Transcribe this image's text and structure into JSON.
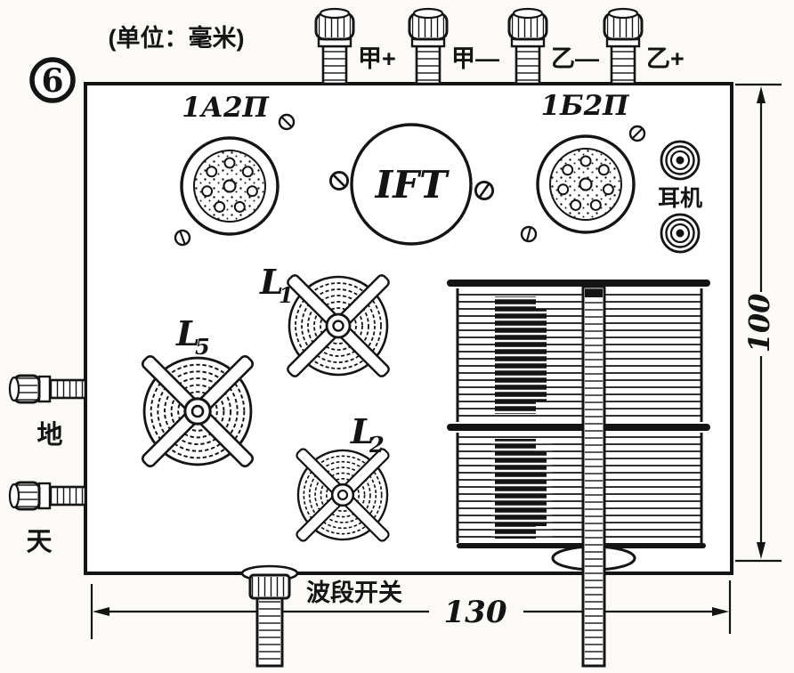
{
  "figure": {
    "badge": "6",
    "unit_note": "(单位：毫米)"
  },
  "terminals": {
    "top": [
      "甲+",
      "甲—",
      "乙—",
      "乙+"
    ],
    "ground": "地",
    "antenna": "天"
  },
  "components": {
    "tube_left": "1А2П",
    "tube_right": "1Б2П",
    "ift": "IFT",
    "earphone": "耳机",
    "coil1": {
      "base": "L",
      "sub": "1"
    },
    "coil5": {
      "base": "L",
      "sub": "5"
    },
    "coil2": {
      "base": "L",
      "sub": "2"
    },
    "band_switch": "波段开关"
  },
  "dimensions": {
    "height": "100",
    "width": "130"
  }
}
